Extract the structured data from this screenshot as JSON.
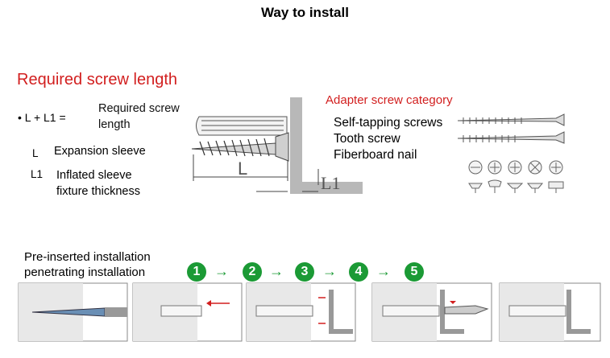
{
  "title": "Way to install",
  "required": {
    "title": "Required screw length",
    "formula": "• L + L1 =",
    "formula_desc_line1": "Required screw",
    "formula_desc_line2": "length",
    "l_symbol": "L",
    "l_desc": "Expansion sleeve",
    "l1_symbol": "L1",
    "l1_desc_line1": "Inflated sleeve",
    "l1_desc_line2": "fixture thickness"
  },
  "diagram": {
    "label_l": "L",
    "label_l1": "L1"
  },
  "adapter": {
    "title": "Adapter screw category",
    "items": [
      "Self-tapping screws",
      "Tooth screw",
      "Fiberboard nail"
    ]
  },
  "install": {
    "line1": "Pre-inserted installation",
    "line2": "penetrating installation",
    "steps": [
      "1",
      "2",
      "3",
      "4",
      "5"
    ]
  },
  "colors": {
    "accent_red": "#d21f1f",
    "step_green": "#1b9a35",
    "wall_gray": "#b8b8b8"
  }
}
